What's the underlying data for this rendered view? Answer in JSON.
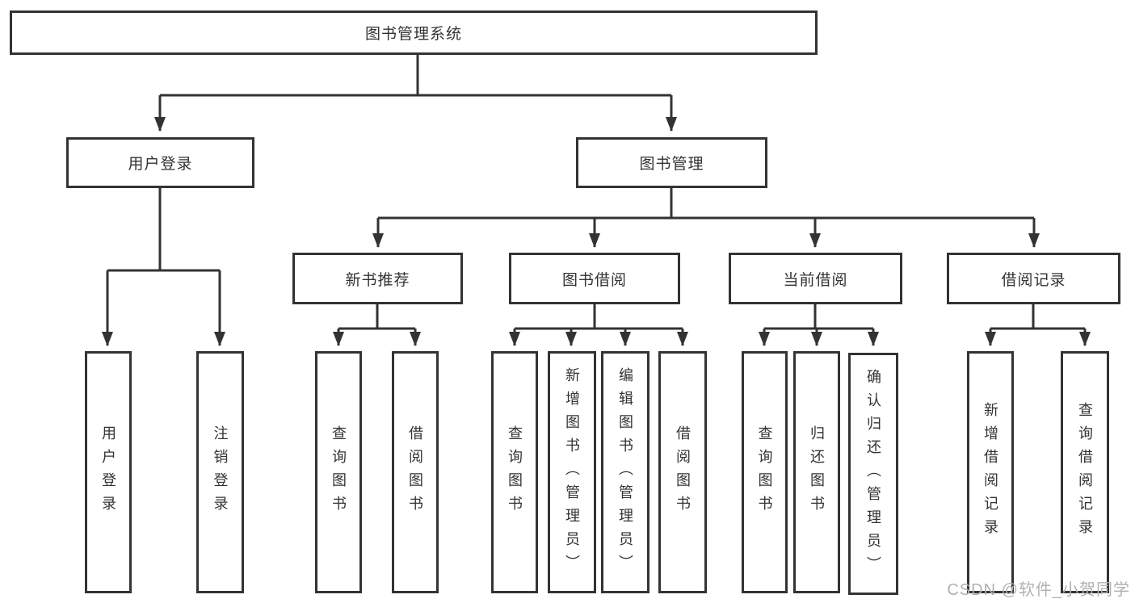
{
  "colors": {
    "line": "#333333",
    "box_border": "#333333",
    "text": "#333333",
    "watermark": "#b1b1b1",
    "background": "#ffffff"
  },
  "watermark": "CSDN @软件_小贺同学",
  "tree": {
    "root": {
      "label": "图书管理系统"
    },
    "branches": [
      {
        "label": "用户登录",
        "children": [
          {
            "label": "用户登录"
          },
          {
            "label": "注销登录"
          }
        ]
      },
      {
        "label": "图书管理",
        "children": [
          {
            "label": "新书推荐",
            "children": [
              {
                "label": "查询图书"
              },
              {
                "label": "借阅图书"
              }
            ]
          },
          {
            "label": "图书借阅",
            "children": [
              {
                "label": "查询图书"
              },
              {
                "label": "新增图书（管理员）"
              },
              {
                "label": "编辑图书（管理员）"
              },
              {
                "label": "借阅图书"
              }
            ]
          },
          {
            "label": "当前借阅",
            "children": [
              {
                "label": "查询图书"
              },
              {
                "label": "归还图书"
              },
              {
                "label": "确认归还（管理员）"
              }
            ]
          },
          {
            "label": "借阅记录",
            "children": [
              {
                "label": "新增借阅记录"
              },
              {
                "label": "查询借阅记录"
              }
            ]
          }
        ]
      }
    ]
  }
}
